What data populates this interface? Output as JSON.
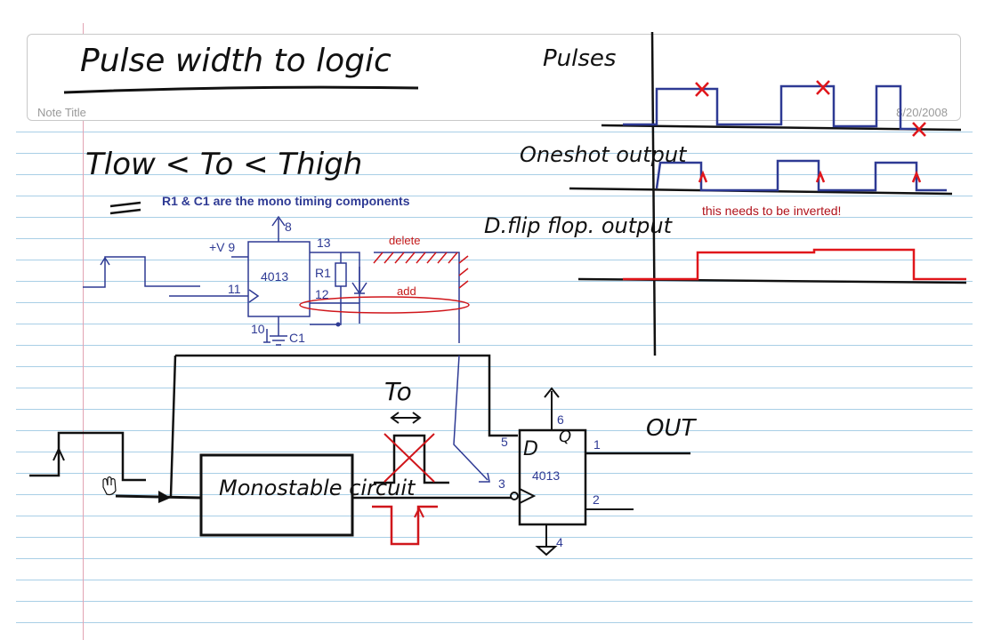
{
  "note": {
    "title_label": "Note Title",
    "date": "8/20/2008"
  },
  "handwriting": {
    "heading": "Pulse width to logic",
    "inequality": "Tlow < To < Thigh",
    "pulses_label": "Pulses",
    "oneshot_label": "Oneshot output",
    "dflip_label": "D.flip flop. output",
    "to_label": "To",
    "monostable": "Monostable circuit",
    "out": "OUT",
    "d_label": "D",
    "q_label": "Q"
  },
  "annotations": {
    "mono_caption": "R1 & C1 are the mono timing components",
    "invert_note": "this needs to be inverted!",
    "delete": "delete",
    "add": "add"
  },
  "mono_schematic": {
    "chip": "4013",
    "vplus": "+V 9",
    "r1": "R1",
    "c1": "C1",
    "pins": {
      "p8": "8",
      "p13": "13",
      "p11": "11",
      "p12": "12",
      "p10": "10"
    }
  },
  "flipflop": {
    "chip": "4013",
    "pins": {
      "p6": "6",
      "p5": "5",
      "p1": "1",
      "p3": "3",
      "p2": "2",
      "p4": "4"
    }
  },
  "colors": {
    "ink_black": "#111111",
    "ink_blue": "#2e3a94",
    "ink_red": "#d0161b",
    "rule_blue": "#a9cfe6",
    "margin_pink": "#e2a3b3"
  }
}
